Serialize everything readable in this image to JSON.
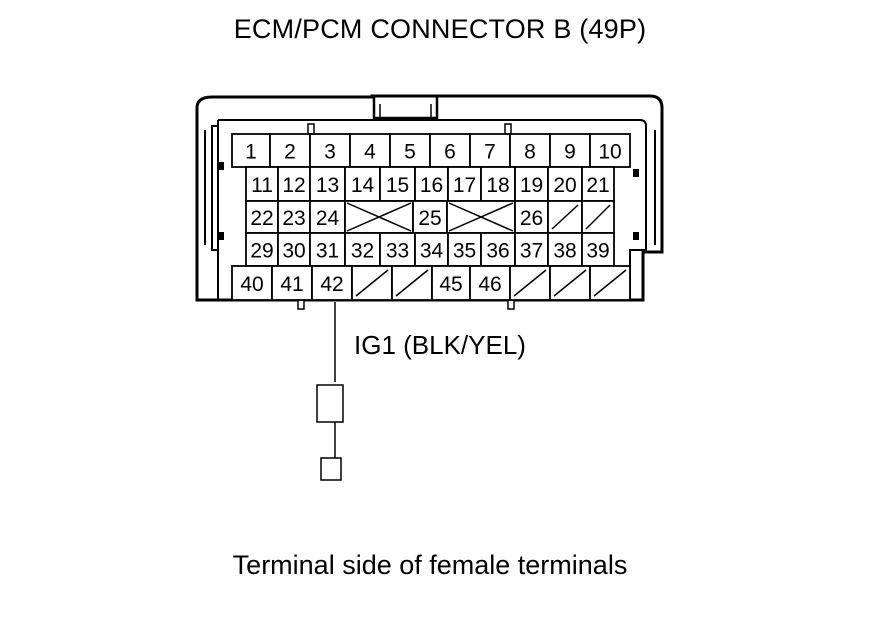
{
  "title": "ECM/PCM CONNECTOR B (49P)",
  "caption": "Terminal side of female terminals",
  "wire_label": "IG1 (BLK/YEL)",
  "line_color": "#000000",
  "connector": {
    "rows": [
      [
        "1",
        "2",
        "3",
        "4",
        "5",
        "6",
        "7",
        "8",
        "9",
        "10"
      ],
      [
        "11",
        "12",
        "13",
        "14",
        "15",
        "16",
        "17",
        "18",
        "19",
        "20",
        "21"
      ],
      [
        "22",
        "23",
        "24",
        "",
        "25",
        "",
        "26",
        "",
        ""
      ],
      [
        "29",
        "30",
        "31",
        "32",
        "33",
        "34",
        "35",
        "36",
        "37",
        "38",
        "39"
      ],
      [
        "40",
        "41",
        "42",
        "",
        "",
        "45",
        "46",
        "",
        "",
        ""
      ]
    ],
    "highlighted_terminal": "42"
  }
}
